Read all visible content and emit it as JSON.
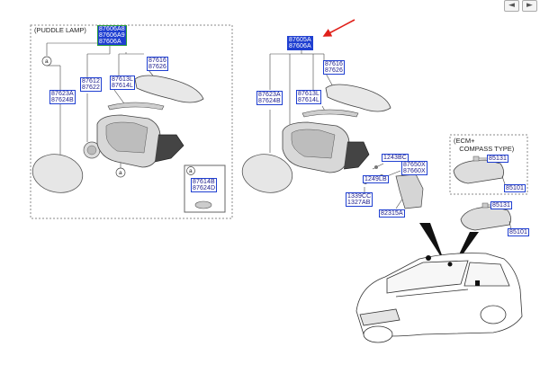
{
  "nav": {
    "prev_icon": "◄",
    "next_icon": "►"
  },
  "left_panel": {
    "title": "(PUDDLE LAMP)",
    "marker_a": "a",
    "marker_a2": "a",
    "inset_marker": "a",
    "codes": {
      "top": "87606A8\n87606A9\n87606A",
      "cap": "87616\n87626",
      "lamp": "87613L\n87614L",
      "glass_holder": "87612\n87622",
      "glass": "87623A\n87624B",
      "inset": "87614B\n87624D"
    }
  },
  "right_panel": {
    "codes": {
      "top": "87605A\n87606A",
      "cap": "87616\n87626",
      "lamp": "87613L\n87614L",
      "glass": "87623A\n87624B",
      "bolt": "1243BC",
      "cover": "87650X\n87660X",
      "screw": "1249LB",
      "grommet": "1339CC\n1327AB",
      "trim": "82315A"
    }
  },
  "ecm": {
    "title": "(ECM+\n   COMPASS TYPE)",
    "codes": {
      "clip1": "85131",
      "mirror1": "85101",
      "clip2": "85131",
      "mirror2": "85101"
    }
  },
  "colors": {
    "label_border": "#1f3fd1",
    "highlight": "#1f3fd1",
    "arrow": "#e0201a",
    "line": "#444444"
  }
}
